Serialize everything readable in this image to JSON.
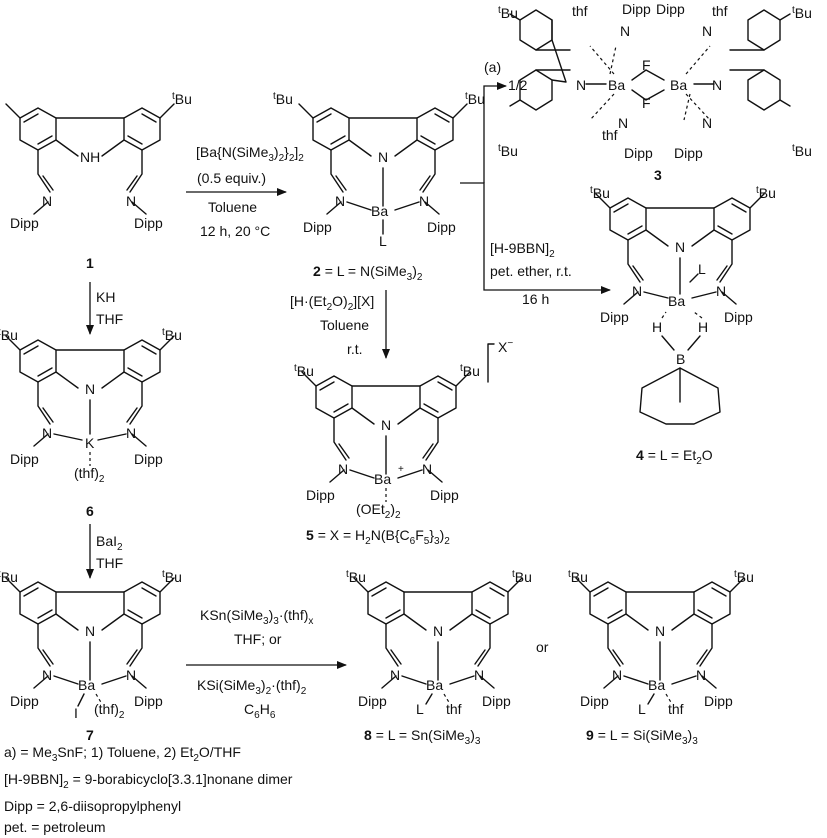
{
  "tBu": "Bu",
  "t": "t",
  "N": "N",
  "NH": "NH",
  "H": "H",
  "Ba": "Ba",
  "K": "K",
  "B": "B",
  "F": "F",
  "L": "L",
  "I": "I",
  "thf": "thf",
  "thf2": "(thf)",
  "two": "2",
  "Dipp": "Dipp",
  "plus": "+",
  "X": "X",
  "minus": "−",
  "oet2": "(OEt",
  "oet2b": ")",
  "half": "1/2",
  "compounds": {
    "c1": "1",
    "c2": "2 = L = N(SiMe3)2",
    "c3": "3",
    "c4": "4 = L = Et2O",
    "c5": "5 = X = H2N(B{C6F5}3)2",
    "c6": "6",
    "c7": "7",
    "c8": "8 = L = Sn(SiMe3)3",
    "c9": "9 = L = Si(SiMe3)3"
  },
  "labels": {
    "c2_bold": "2",
    "c2_rest": "= L = N(SiMe",
    "c4_bold": "4",
    "c4_rest": "= L = Et",
    "c5_bold": "5",
    "c5_rest": "= X = H",
    "c8_bold": "8",
    "c8_rest": "= L = Sn(SiMe",
    "c9_bold": "9",
    "c9_rest": "= L = Si(SiMe",
    "sub2": "2",
    "sub3": "3"
  },
  "conditions": {
    "r1_line1": "[Ba{N(SiMe3)2}2]2",
    "r1_line2": "(0.5 equiv.)",
    "r1_line3": "Toluene",
    "r1_line4": "12 h, 20 °C",
    "a_label": "(a)",
    "bbn_line1": "[H-9BBN]2",
    "bbn_line2": "pet. ether, r.t.",
    "bbn_line3": "16 h",
    "acid_line1": "[H·(Et2O)2][X]",
    "acid_line2": "Toluene",
    "acid_line3": "r.t.",
    "kh_line1": "KH",
    "kh_line2": "THF",
    "bai_line1": "BaI2",
    "bai_line2": "THF",
    "sn_line1": "KSn(SiMe3)3·(thf)x",
    "sn_line2": "THF; or",
    "sn_line3": "KSi(SiMe3)2·(thf)2",
    "sn_line4": "C6H6",
    "or": "or"
  },
  "legend": {
    "l1": "a) = Me3SnF; 1) Toluene, 2) Et2O/THF",
    "l2": "[H-9BBN]2 = 9-borabicyclo[3.3.1]nonane dimer",
    "l3": "Dipp = 2,6-diisopropylphenyl",
    "l4": "pet. = petroleum"
  }
}
